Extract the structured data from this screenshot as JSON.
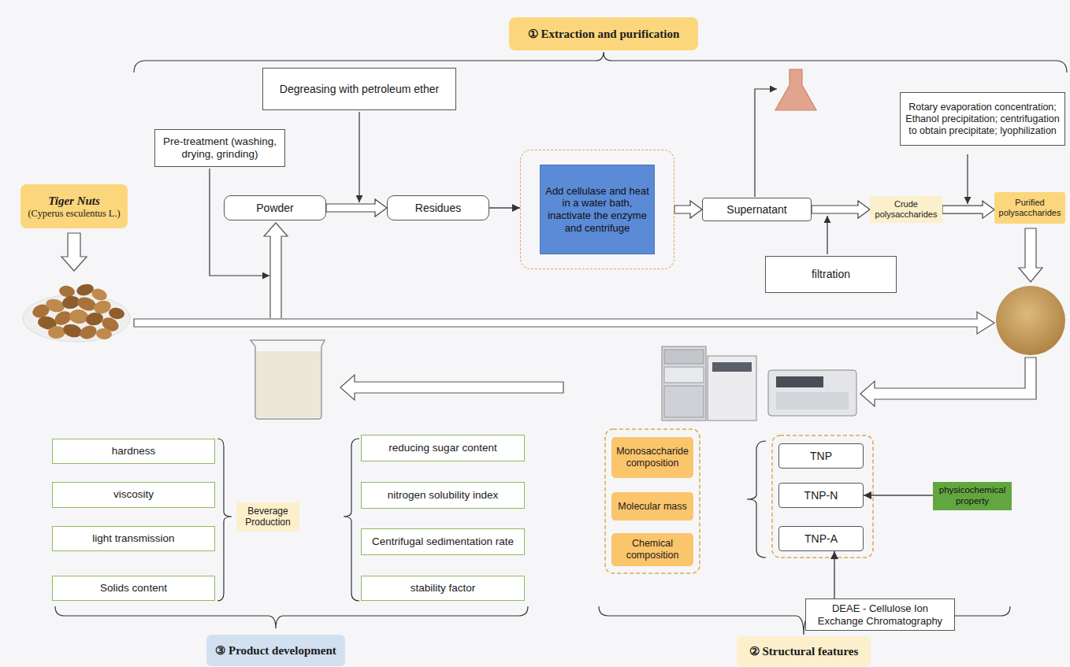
{
  "diagram": {
    "nodes": [
      {
        "text": [
          "① Extraction and purification"
        ]
      },
      {
        "text": [
          "Degreasing with petroleum ether"
        ]
      },
      {
        "text": [
          "Rotary evaporation concentration; Ethanol precipitation; centrifugation to obtain precipitate; lyophilization"
        ]
      },
      {
        "text": [
          "Pre-treatment (washing, drying, grinding)"
        ]
      },
      {
        "text": [
          "Tiger Nuts",
          "(Cyperus esculentus L.)"
        ]
      },
      {
        "text": [
          "Powder"
        ]
      },
      {
        "text": [
          "Residues"
        ]
      },
      {
        "text": [
          "Add cellulase and heat in a water bath, inactivate the enzyme and centrifuge"
        ]
      },
      {
        "text": [
          "Supernatant"
        ]
      },
      {
        "text": [
          "Crude polysaccharides"
        ]
      },
      {
        "text": [
          "Purified polysaccharides"
        ]
      },
      {
        "text": [
          "filtration"
        ]
      },
      {
        "text": [
          "hardness"
        ]
      },
      {
        "text": [
          "viscosity"
        ]
      },
      {
        "text": [
          "light transmission"
        ]
      },
      {
        "text": [
          "Solids content"
        ]
      },
      {
        "text": [
          "Beverage Production"
        ]
      },
      {
        "text": [
          "reducing sugar content"
        ]
      },
      {
        "text": [
          "nitrogen solubility index"
        ]
      },
      {
        "text": [
          "Centrifugal sedimentation rate"
        ]
      },
      {
        "text": [
          "stability factor"
        ]
      },
      {
        "text": [
          "③ Product development"
        ]
      },
      {
        "text": [
          "Monosaccharide composition"
        ]
      },
      {
        "text": [
          "Molecular mass"
        ]
      },
      {
        "text": [
          "Chemical composition"
        ]
      },
      {
        "text": [
          "TNP"
        ]
      },
      {
        "text": [
          "TNP-N"
        ]
      },
      {
        "text": [
          "TNP-A"
        ]
      },
      {
        "text": [
          "physicochemical property"
        ]
      },
      {
        "text": [
          "DEAE - Cellulose Ion Exchange Chromatography"
        ]
      },
      {
        "text": [
          "② Structural features"
        ]
      }
    ],
    "edges": [
      {
        "from": 5,
        "to": 6,
        "arrow": "to"
      },
      {
        "from": 6,
        "to": 7,
        "arrow": "to"
      },
      {
        "from": 7,
        "to": 8,
        "arrow": "to"
      },
      {
        "from": 8,
        "to": 9,
        "arrow": "to"
      },
      {
        "from": 9,
        "to": 10,
        "arrow": "to"
      },
      {
        "from": 28,
        "to": 26,
        "arrow": "to"
      },
      {
        "from": 29,
        "to": 27,
        "arrow": "to"
      }
    ]
  }
}
